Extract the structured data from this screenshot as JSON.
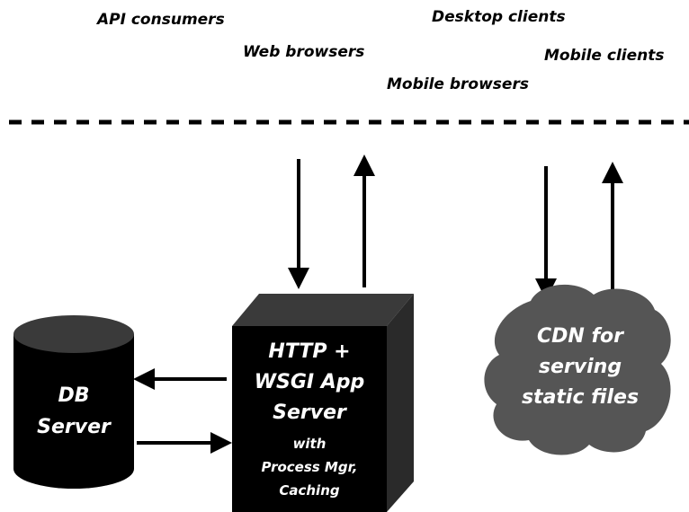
{
  "clients": {
    "api_consumers": "API consumers",
    "desktop_clients": "Desktop clients",
    "web_browsers": "Web browsers",
    "mobile_clients": "Mobile clients",
    "mobile_browsers": "Mobile browsers"
  },
  "db_server": {
    "line1": "DB",
    "line2": "Server"
  },
  "app_server": {
    "line1": "HTTP +",
    "line2": "WSGI App",
    "line3": "Server",
    "line4": "with",
    "line5": "Process Mgr,",
    "line6": "Caching"
  },
  "cdn": {
    "line1": "CDN for",
    "line2": "serving",
    "line3": "static files"
  },
  "colors": {
    "box_front": "#000000",
    "box_top": "#3a3a3a",
    "box_side": "#2a2a2a",
    "cloud": "#555555",
    "line": "#000000"
  }
}
